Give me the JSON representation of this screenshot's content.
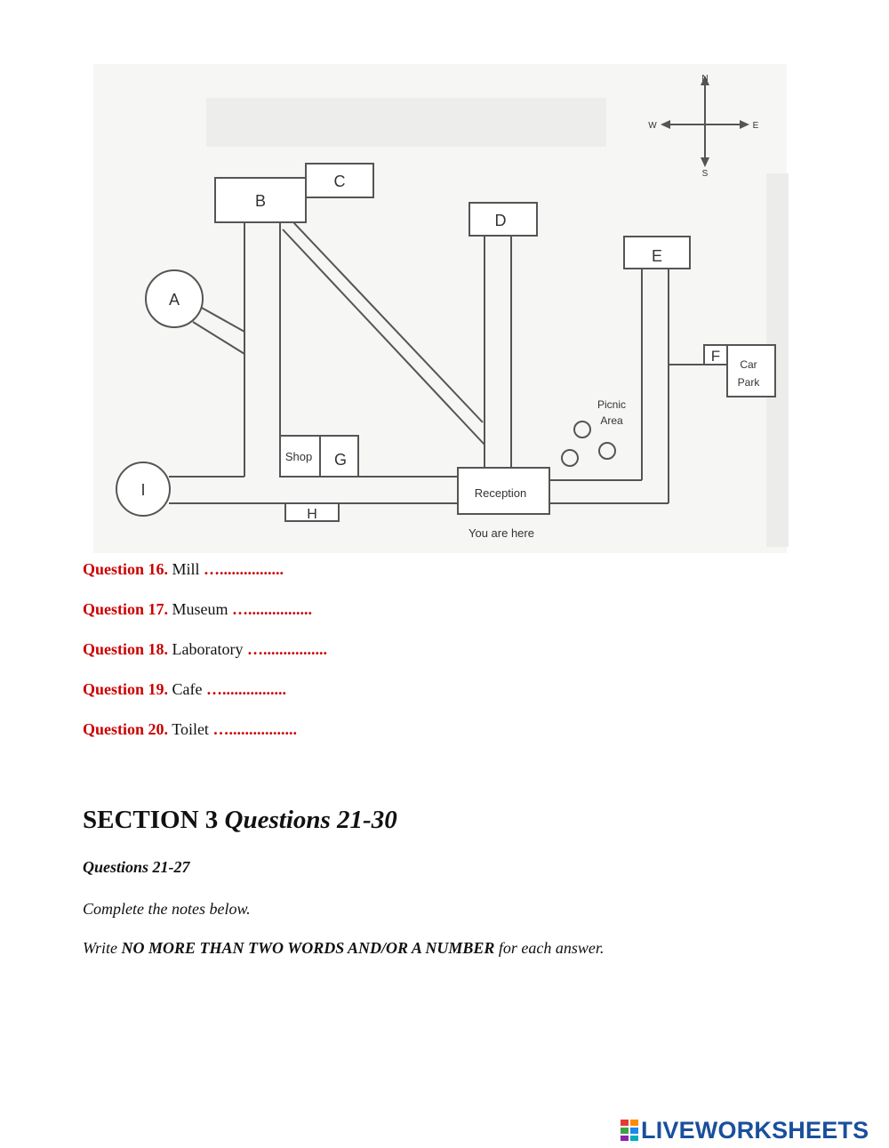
{
  "map": {
    "compass": {
      "north": "N",
      "south": "S",
      "east": "E",
      "west": "W"
    },
    "labels": {
      "a": "A",
      "b": "B",
      "c": "C",
      "d": "D",
      "e": "E",
      "f": "F",
      "g": "G",
      "h": "H",
      "i": "I",
      "shop": "Shop",
      "reception": "Reception",
      "car_park_line1": "Car",
      "car_park_line2": "Park",
      "picnic_line1": "Picnic",
      "picnic_line2": "Area",
      "you_are_here": "You are here"
    }
  },
  "questions": [
    {
      "label": "Question 16.",
      "place": "Mill",
      "blank": "…................"
    },
    {
      "label": "Question 17.",
      "place": "Museum",
      "blank": "…................"
    },
    {
      "label": "Question 18.",
      "place": "Laboratory",
      "blank": "…................"
    },
    {
      "label": "Question 19.",
      "place": "Cafe",
      "blank": "…................"
    },
    {
      "label": "Question 20.",
      "place": "Toilet",
      "blank": "…................."
    }
  ],
  "section": {
    "heading": "SECTION 3",
    "subheading": "Questions 21-30",
    "questions_range": "Questions 21-27",
    "instruction_1": "Complete the notes below.",
    "instruction_2_prefix": "Write",
    "instruction_2_bold": "NO MORE THAN TWO WORDS AND/OR A NUMBER",
    "instruction_2_suffix": "for each answer."
  },
  "brand": {
    "name": "LIVEWORKSHEETS"
  },
  "colors": {
    "question_label": "#cc0000",
    "brand": "#1a4f9c",
    "map_line": "#555555"
  }
}
